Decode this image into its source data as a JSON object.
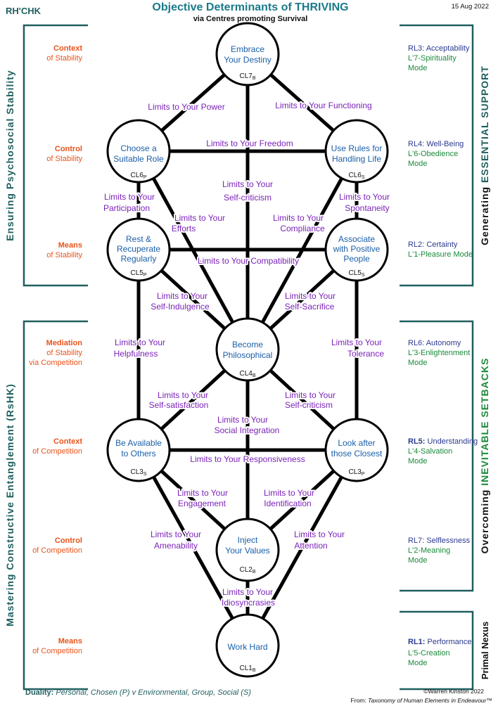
{
  "header": {
    "code": "RH'CHK",
    "title_prefix": "Objective Determinants of",
    "title_emph": "THRIVING",
    "subtitle": "via Centres promoting Survival",
    "date": "15 Aug 2022"
  },
  "left_brackets": {
    "upper": {
      "word1": "Ensuring",
      "word2": "Psychosocial",
      "word3": "Stability"
    },
    "lower": {
      "word1": "Mastering",
      "word2": "Constructive",
      "word3": "Entanglement (RsHK)"
    }
  },
  "right_brackets": {
    "upper": {
      "plain": "Generating",
      "emph": "ESSENTIAL SUPPORT"
    },
    "middle": {
      "plain": "Overcoming",
      "emph": "INEVITABLE SETBACKS"
    },
    "lower": {
      "plain": "Primal Nexus"
    }
  },
  "left_labels": [
    {
      "bold": "Context",
      "rest": "of Stability"
    },
    {
      "bold": "Control",
      "rest": "of Stability"
    },
    {
      "bold": "Means",
      "rest": "of Stability"
    },
    {
      "bold": "Mediation",
      "rest": "of Stability",
      "rest2": "via Competition"
    },
    {
      "bold": "Context",
      "rest": "of Competition"
    },
    {
      "bold": "Control",
      "rest": "of Competition"
    },
    {
      "bold": "Means",
      "rest": "of Competition"
    }
  ],
  "right_labels": [
    {
      "rl": "RL3:",
      "rl_text": "Acceptability",
      "mode": "L'7-Spirituality",
      "mode2": "Mode"
    },
    {
      "rl": "RL4:",
      "rl_text": "Well-Being",
      "mode": "L'6-Obedience",
      "mode2": "Mode"
    },
    {
      "rl": "RL2:",
      "rl_text": "Certainty",
      "mode": "L'1-Pleasure Mode",
      "mode2": ""
    },
    {
      "rl": "RL6:",
      "rl_text": "Autonomy",
      "mode": "L'3-Enlightenment",
      "mode2": "Mode"
    },
    {
      "rl": "RL5:",
      "rl_text": "Understanding",
      "mode": "L'4-Salvation",
      "mode2": "Mode"
    },
    {
      "rl": "RL7:",
      "rl_text": "Selflessness",
      "mode": "L'2-Meaning",
      "mode2": "Mode"
    },
    {
      "rl": "RL1:",
      "rl_text": "Performance",
      "mode": "L'5-Creation",
      "mode2": "Mode"
    }
  ],
  "nodes": {
    "cl7": {
      "line1": "Embrace",
      "line2": "Your Destiny",
      "line3": "",
      "code": "CL7",
      "sub": "B"
    },
    "cl6p": {
      "line1": "Choose a",
      "line2": "Suitable Role",
      "line3": "",
      "code": "CL6",
      "sub": "P"
    },
    "cl6s": {
      "line1": "Use Rules for",
      "line2": "Handling Life",
      "line3": "",
      "code": "CL6",
      "sub": "S"
    },
    "cl5p": {
      "line1": "Rest &",
      "line2": "Recuperate",
      "line3": "Regularly",
      "code": "CL5",
      "sub": "P"
    },
    "cl5s": {
      "line1": "Associate",
      "line2": "with Positive",
      "line3": "People",
      "code": "CL5",
      "sub": "S"
    },
    "cl4": {
      "line1": "Become",
      "line2": "Philosophical",
      "line3": "",
      "code": "CL4",
      "sub": "B"
    },
    "cl3s": {
      "line1": "Be Available",
      "line2": "to Others",
      "line3": "",
      "code": "CL3",
      "sub": "S"
    },
    "cl3p": {
      "line1": "Look after",
      "line2": "those Closest",
      "line3": "",
      "code": "CL3",
      "sub": "P"
    },
    "cl2": {
      "line1": "Inject",
      "line2": "Your Values",
      "line3": "",
      "code": "CL2",
      "sub": "B"
    },
    "cl1": {
      "line1": "Work Hard",
      "line2": "",
      "line3": "",
      "code": "CL1",
      "sub": "B"
    }
  },
  "edges": {
    "e1": {
      "l1": "Limits to Your Power",
      "l2": ""
    },
    "e2": {
      "l1": "Limits to Your Functioning",
      "l2": ""
    },
    "e3": {
      "l1": "Limits to Your Freedom",
      "l2": ""
    },
    "e4": {
      "l1": "Limits to Your",
      "l2": "Self-criticism"
    },
    "e5": {
      "l1": "Limits to Your",
      "l2": "Participation"
    },
    "e6": {
      "l1": "Limits to Your",
      "l2": "Efforts"
    },
    "e7": {
      "l1": "Limits to Your",
      "l2": "Compliance"
    },
    "e8": {
      "l1": "Limits to Your",
      "l2": "Spontaneity"
    },
    "e9": {
      "l1": "Limits to Your Compatibility",
      "l2": ""
    },
    "e10": {
      "l1": "Limits to Your",
      "l2": "Self-Indulgence"
    },
    "e11": {
      "l1": "Limits to Your",
      "l2": "Self-Sacrifice"
    },
    "e12": {
      "l1": "Limits to Your",
      "l2": "Helpfulness"
    },
    "e13": {
      "l1": "Limits to Your",
      "l2": "Tolerance"
    },
    "e14": {
      "l1": "Limits to Your",
      "l2": "Self-satisfaction"
    },
    "e15": {
      "l1": "Limits to Your",
      "l2": "Self-criticism"
    },
    "e16": {
      "l1": "Limits to Your",
      "l2": "Social Integration"
    },
    "e17": {
      "l1": "Limits to Your Responsiveness",
      "l2": ""
    },
    "e18": {
      "l1": "Limits to Your",
      "l2": "Engagement"
    },
    "e19": {
      "l1": "Limits to Your",
      "l2": "Identification"
    },
    "e20": {
      "l1": "Limits to Your",
      "l2": "Amenability"
    },
    "e21": {
      "l1": "Limits to Your",
      "l2": "Attention"
    },
    "e22": {
      "l1": "Limits to Your",
      "l2": "Idiosyncrasies"
    }
  },
  "footer": {
    "duality_label": "Duality:",
    "duality_text": "Personal, Chosen (P)  v  Environmental, Group, Social (S)",
    "copyright": "©Warren Kinston 2022",
    "from_label": "From:",
    "from_text": "Taxonomy of Human Elements in Endeavour™"
  }
}
